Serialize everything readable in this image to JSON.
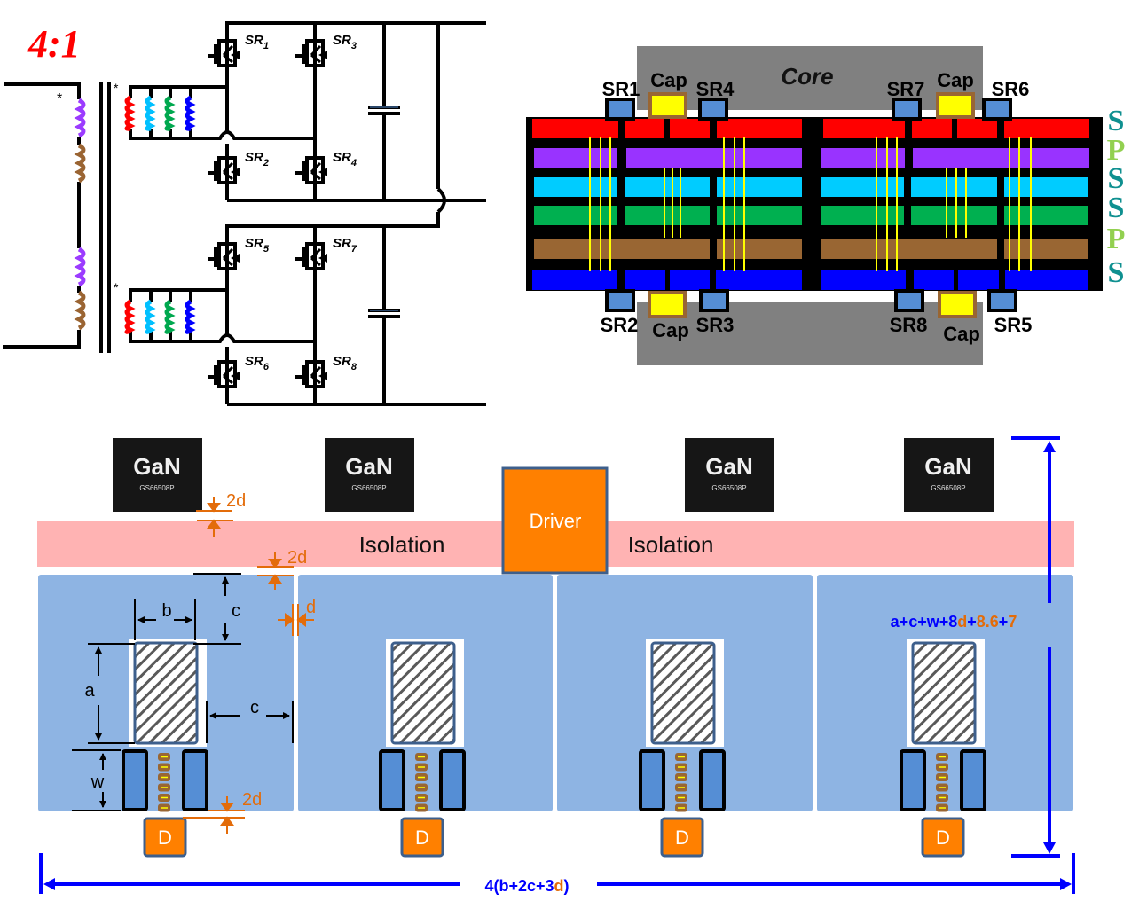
{
  "schematic": {
    "turns_ratio": "4:1",
    "dot_marker": "*",
    "switches": [
      {
        "name": "SR",
        "sub": "1"
      },
      {
        "name": "SR",
        "sub": "3"
      },
      {
        "name": "SR",
        "sub": "2"
      },
      {
        "name": "SR",
        "sub": "4"
      },
      {
        "name": "SR",
        "sub": "5"
      },
      {
        "name": "SR",
        "sub": "7"
      },
      {
        "name": "SR",
        "sub": "6"
      },
      {
        "name": "SR",
        "sub": "8"
      }
    ],
    "primary_winding_colors": [
      "#9b3bff",
      "#9a6432"
    ],
    "secondary_winding_colors": [
      "#ff0000",
      "#00c0ff",
      "#00a84f",
      "#0000ff"
    ]
  },
  "pcb_stack": {
    "core_label": "Core",
    "top_labels": [
      "SR1",
      "Cap",
      "SR4",
      "SR7",
      "Cap",
      "SR6"
    ],
    "bottom_labels": [
      "SR2",
      "Cap",
      "SR3",
      "SR8",
      "Cap",
      "SR5"
    ],
    "layers": [
      {
        "letter": "S",
        "color": "#ff0000",
        "letter_color": "#0f9090"
      },
      {
        "letter": "P",
        "color": "#9933ff",
        "letter_color": "#92d050"
      },
      {
        "letter": "S",
        "color": "#00ccff",
        "letter_color": "#0f9090"
      },
      {
        "letter": "S",
        "color": "#00b050",
        "letter_color": "#0f9090"
      },
      {
        "letter": "P",
        "color": "#996633",
        "letter_color": "#92d050"
      },
      {
        "letter": "S",
        "color": "#0000ff",
        "letter_color": "#0f9090"
      }
    ]
  },
  "layout": {
    "gan_chips": [
      {
        "logo": "GaN",
        "part": "GS66508P"
      },
      {
        "logo": "GaN",
        "part": "GS66508P"
      },
      {
        "logo": "GaN",
        "part": "GS66508P"
      },
      {
        "logo": "GaN",
        "part": "GS66508P"
      }
    ],
    "isolation_left": "Isolation",
    "isolation_right": "Isolation",
    "driver_label": "Driver",
    "diode_labels": [
      "D",
      "D",
      "D",
      "D"
    ],
    "dims": {
      "two_d_top": "2d",
      "two_d_mid": "2d",
      "d_gap": "d",
      "b": "b",
      "c_vertical": "c",
      "a": "a",
      "c_horizontal": "c",
      "w": "w",
      "two_d_bottom": "2d"
    },
    "height_formula": {
      "parts": [
        {
          "text": "a+c+w+8",
          "color": "#0000ff"
        },
        {
          "text": "d",
          "color": "#e36c0a"
        },
        {
          "text": "+",
          "color": "#0000ff"
        },
        {
          "text": "8.6",
          "color": "#e36c0a"
        },
        {
          "text": "+",
          "color": "#0000ff"
        },
        {
          "text": "7",
          "color": "#e36c0a"
        }
      ]
    },
    "width_formula": {
      "parts": [
        {
          "text": "4(b+2c+3",
          "color": "#0000ff"
        },
        {
          "text": "d",
          "color": "#e36c0a"
        },
        {
          "text": ")",
          "color": "#0000ff"
        }
      ]
    }
  },
  "colors": {
    "isolation": "#ffb3b3",
    "board": "#8eb4e3",
    "driver": "#ff8000",
    "dimension_orange": "#e36c0a",
    "dimension_blue": "#0000ff",
    "core": "#808080",
    "cap": "#ffff00",
    "sr_pad": "#558ed5"
  }
}
